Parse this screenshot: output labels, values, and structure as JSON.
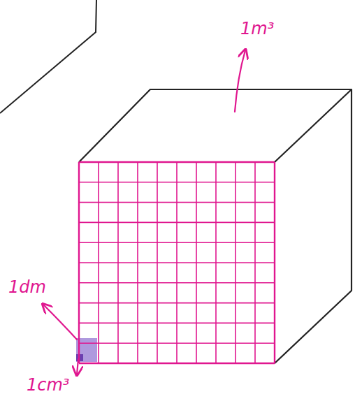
{
  "diagram": {
    "labels": [
      "1m³",
      "1dm",
      "1cm³"
    ]
  }
}
